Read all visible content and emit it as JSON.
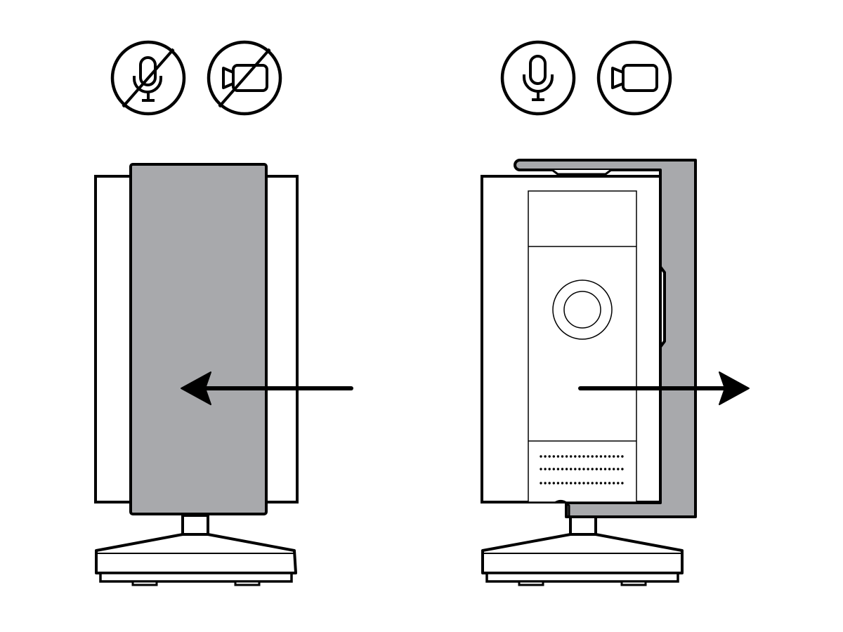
{
  "diagram": {
    "panels": [
      {
        "id": "privacy-cover-closed",
        "status_icons": [
          "microphone-muted-icon",
          "camera-disabled-icon"
        ],
        "action": "slide-cover-left"
      },
      {
        "id": "privacy-cover-open",
        "status_icons": [
          "microphone-icon",
          "camera-icon"
        ],
        "action": "slide-cover-right"
      }
    ],
    "colors": {
      "stroke": "#000000",
      "cover_fill": "#a8a9ac",
      "background": "#ffffff",
      "body_fill": "#ffffff"
    }
  }
}
